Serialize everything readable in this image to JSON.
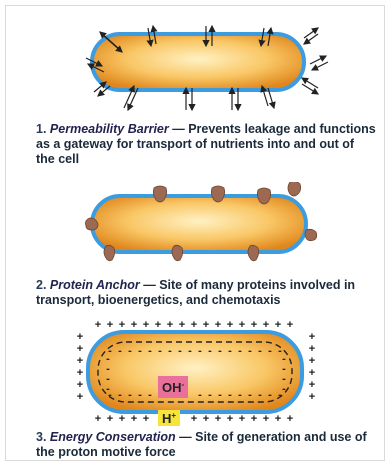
{
  "panels": [
    {
      "number": "1.",
      "title": "Permeability Barrier",
      "dash": " — ",
      "description": "Prevents leakage and functions as a gateway for transport of nutrients into and out of the cell"
    },
    {
      "number": "2.",
      "title": "Protein Anchor",
      "dash": " — ",
      "description": "Site of many proteins involved in transport, bioenergetics, and chemotaxis"
    },
    {
      "number": "3.",
      "title": "Energy Conservation",
      "dash": " — ",
      "description": "Site of generation and use of the proton motive force"
    }
  ],
  "ions": {
    "hydroxide": "OH",
    "hydroxide_charge": "-",
    "proton": "H",
    "proton_charge": "+"
  },
  "charges": {
    "outside": "+",
    "inside": "-"
  },
  "colors": {
    "membrane": "#3d9be0",
    "cytoplasm_light": "#fde2a0",
    "cytoplasm_dark": "#e8921c",
    "protein": "#9c6a52",
    "oh_box": "#e9709a",
    "h_box": "#f6e43a"
  }
}
